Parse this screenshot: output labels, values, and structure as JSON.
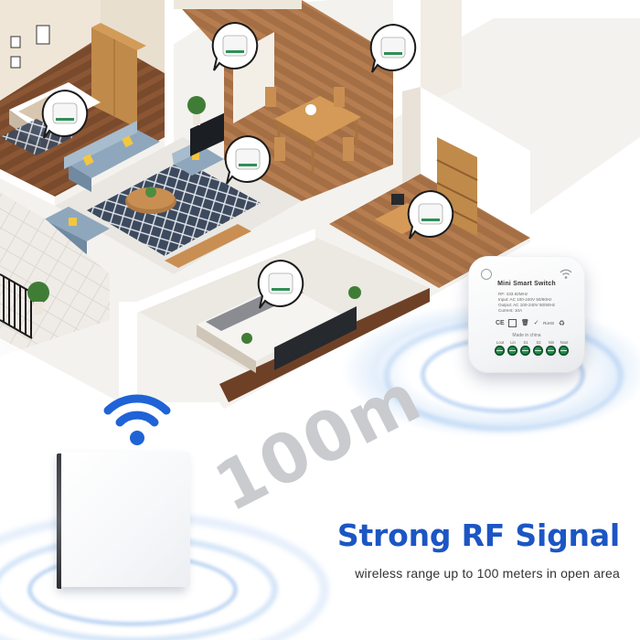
{
  "headline": "Strong RF Signal",
  "subline": "wireless range up to 100 meters in open area",
  "range_label": "100m",
  "module": {
    "title": "Mini Smart Switch",
    "specs": [
      "RF: 433.92MHz",
      "Input: AC 100-240V 50/60Hz",
      "Output: AC 100-240V 50/60Hz",
      "Current: 10A"
    ],
    "cert_ce": "CE",
    "cert_rohs": "RoHS",
    "made_in": "Made in china",
    "terminals": [
      "Lout",
      "Lin",
      "S1",
      "S2",
      "Nin",
      "Nout"
    ]
  },
  "colors": {
    "headline_blue": "#1c56c4",
    "ripple_blue": "#6fa8e8",
    "wifi_blue": "#1f63d6",
    "terminal_green": "#1e7f45",
    "range_text_gray": "#c9cbcf"
  },
  "icons": [
    "wifi-signal-icon",
    "rf-signal-icon",
    "power-button-icon",
    "ce-mark-icon",
    "recycle-icon",
    "check-icon"
  ]
}
